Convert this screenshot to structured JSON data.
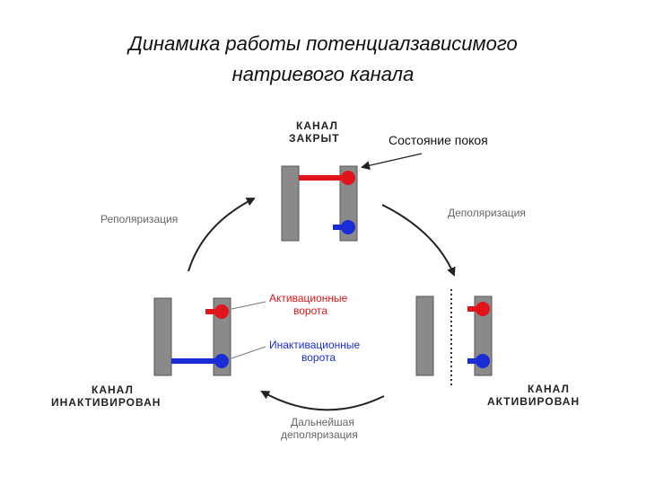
{
  "title": {
    "line1": "Динамика работы потенциалзависимого",
    "line2": "натриевого канала"
  },
  "states": {
    "closed_line1": "КАНАЛ",
    "closed_line2": "ЗАКРЫТ",
    "resting": "Состояние покоя",
    "inactivated_line1": "КАНАЛ",
    "inactivated_line2": "ИНАКТИВИРОВАН",
    "activated_line1": "КАНАЛ",
    "activated_line2": "АКТИВИРОВАН"
  },
  "transitions": {
    "repolarization": "Реполяризация",
    "depolarization": "Деполяризация",
    "further_line1": "Дальнейшая",
    "further_line2": "деполяризация"
  },
  "gates": {
    "activation_line1": "Активационные",
    "activation_line2": "ворота",
    "inactivation_line1": "Инактивационные",
    "inactivation_line2": "ворота"
  },
  "colors": {
    "activation_gate": "#e0141a",
    "inactivation_gate": "#1a2cd6",
    "membrane": "#8a8a8a"
  }
}
